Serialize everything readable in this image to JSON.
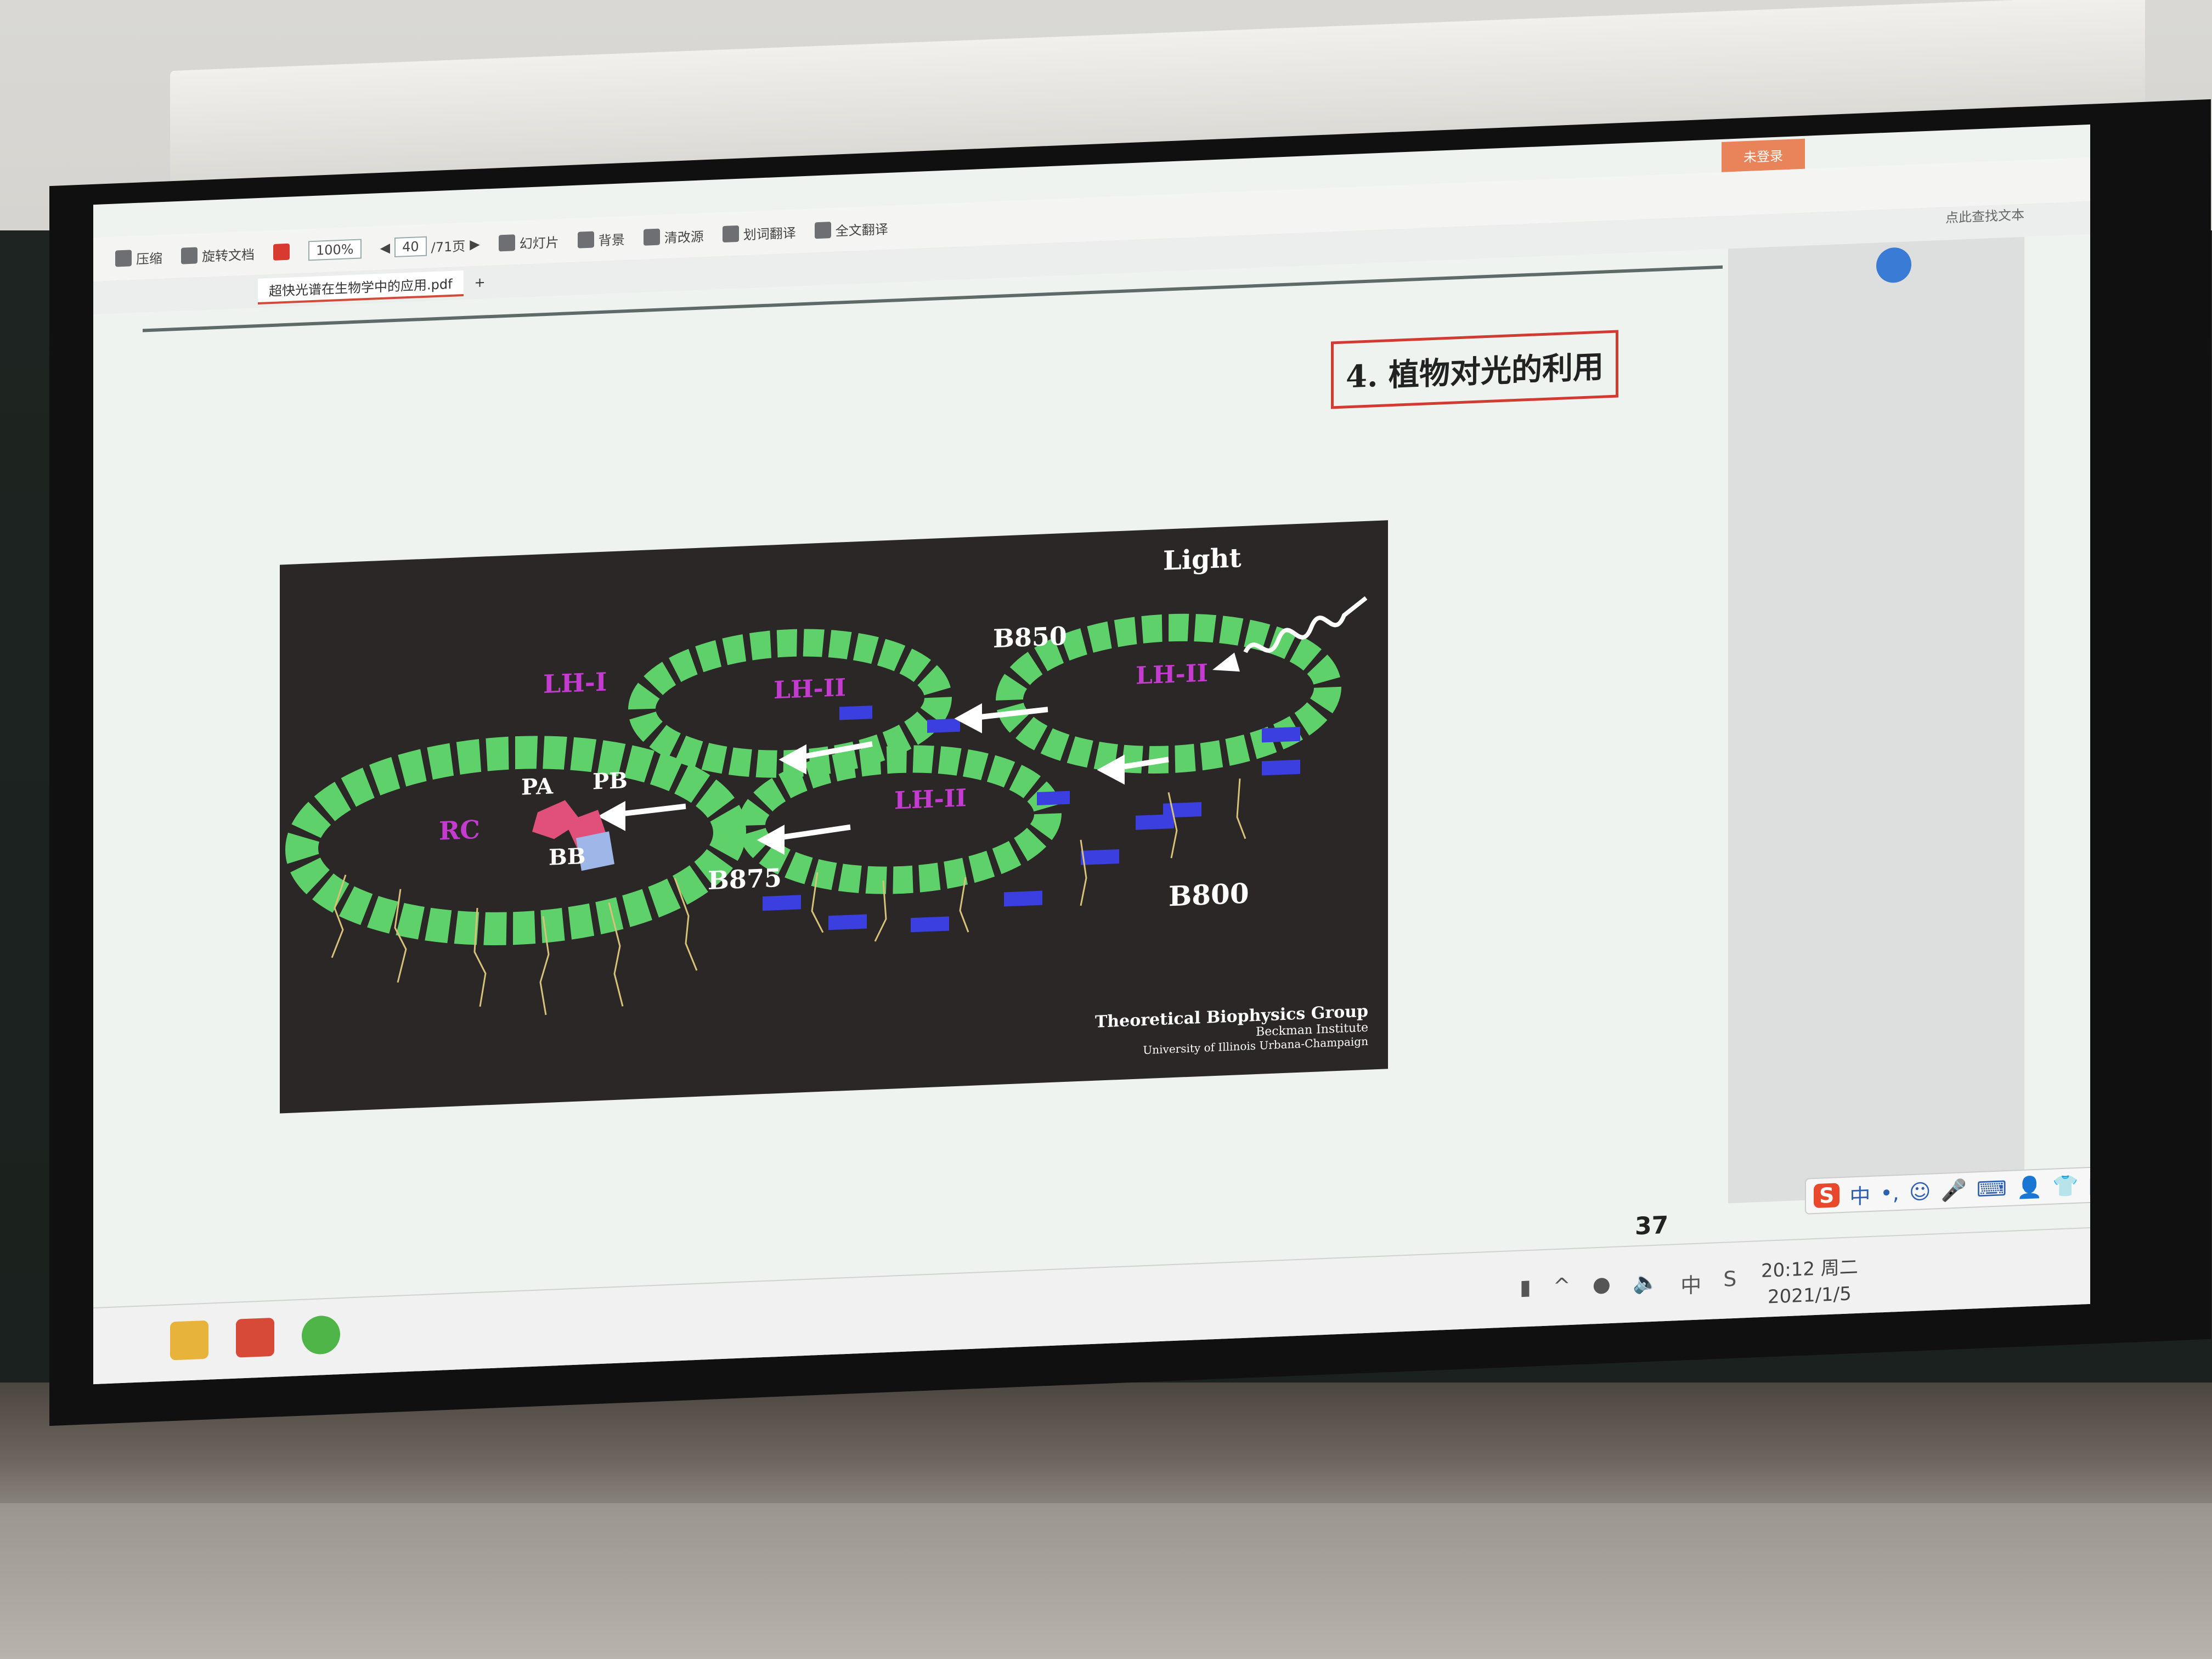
{
  "toolbar": {
    "items": [
      "压缩",
      "旋转文档",
      "100%",
      "/71页",
      "幻灯片",
      "背景",
      "清改源",
      "划词翻译",
      "全文翻译"
    ],
    "page_input": "40",
    "login_badge": "未登录",
    "search_placeholder": "点此查找文本"
  },
  "tab": {
    "filename": "超快光谱在生物学中的应用.pdf",
    "add": "+"
  },
  "slide": {
    "title": "4. 植物对光的利用",
    "page_number": "37",
    "figure": {
      "labels": {
        "light": "Light",
        "b850": "B850",
        "b875": "B875",
        "b800": "B800",
        "lh1": "LH-I",
        "lh2a": "LH-II",
        "lh2b": "LH-II",
        "lh2c": "LH-II",
        "rc": "RC",
        "pa": "PA",
        "pb": "PB",
        "bb": "BB"
      },
      "credit": {
        "line1": "Theoretical Biophysics Group",
        "line2": "Beckman Institute",
        "line3": "University of Illinois Urbana-Champaign"
      },
      "colors": {
        "ring": "#5fd16a",
        "bacteriochlorophyll": "#3b3fe0",
        "label_magenta": "#c43bd0",
        "rc_pigment": "#e0507a"
      }
    }
  },
  "ime": {
    "logo": "S",
    "mode": "中"
  },
  "taskbar": {
    "clock_time": "20:12 周二",
    "clock_date": "2021/1/5",
    "tray_lang": "中"
  }
}
